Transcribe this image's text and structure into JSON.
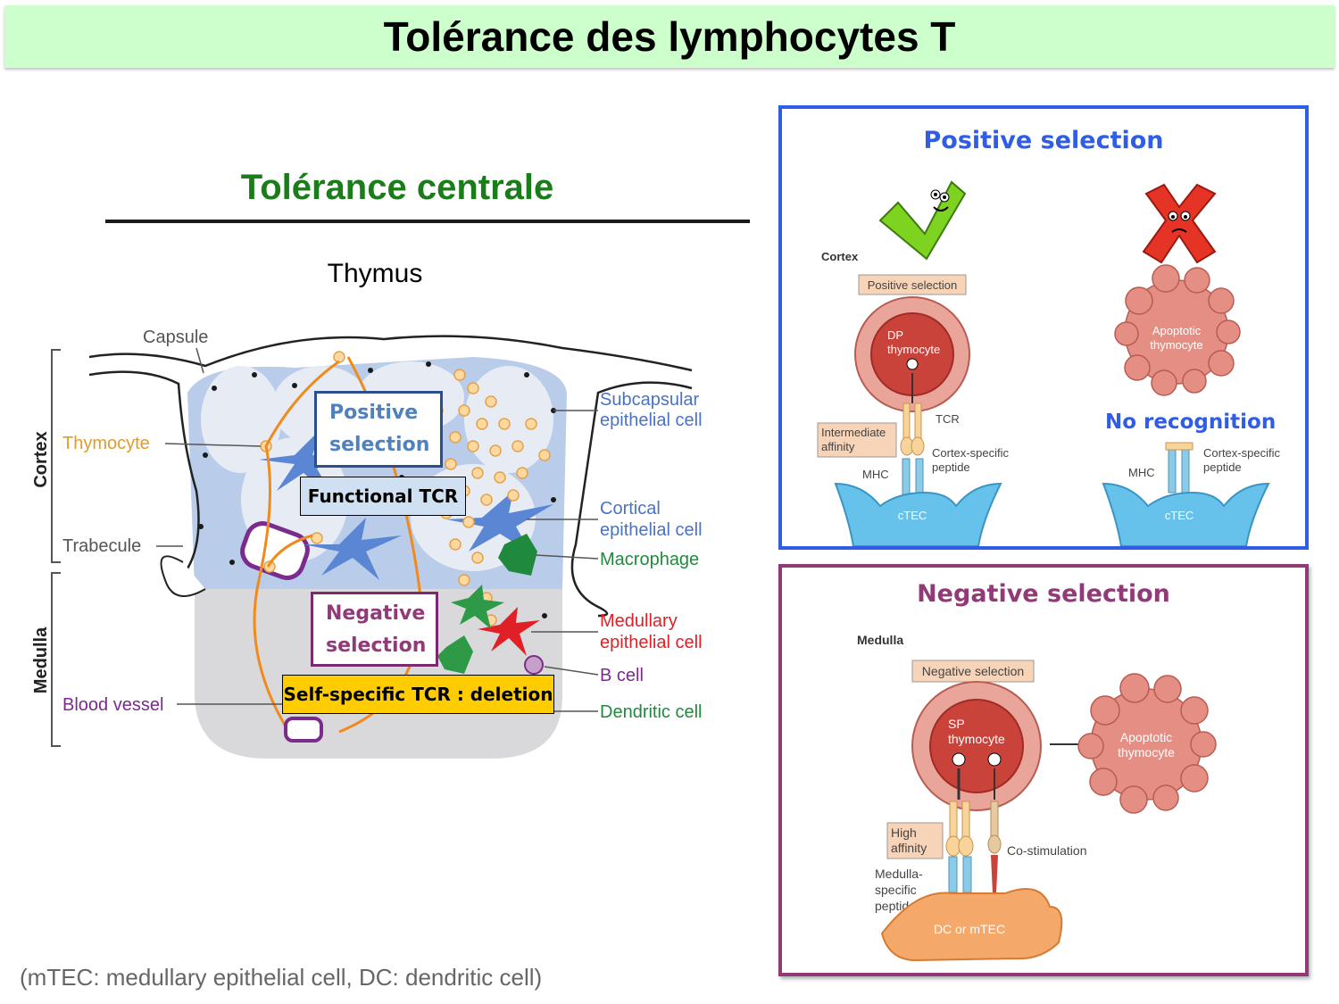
{
  "title": "Tolérance des lymphocytes T",
  "section_title": "Tolérance centrale",
  "thymus_label": "Thymus",
  "thymus_diagram": {
    "labels": {
      "capsule": "Capsule",
      "cortex": "Cortex",
      "medulla": "Medulla",
      "thymocyte": "Thymocyte",
      "trabecule": "Trabecule",
      "blood_vessel": "Blood vessel",
      "subcapsular_1": "Subcapsular",
      "subcapsular_2": "epithelial cell",
      "cortical_1": "Cortical",
      "cortical_2": "epithelial cell",
      "macrophage": "Macrophage",
      "medullary_1": "Medullary",
      "medullary_2": "epithelial cell",
      "b_cell": "B cell",
      "dendritic_cell": "Dendritic cell"
    },
    "callouts": {
      "positive_1": "Positive",
      "positive_2": "selection",
      "functional_tcr": "Functional TCR",
      "negative_1": "Negative",
      "negative_2": "selection",
      "self_specific": "Self-specific TCR : deletion"
    }
  },
  "footnote": "(mTEC: medullary epithelial cell, DC: dendritic cell)",
  "positive_panel": {
    "title": "Positive selection",
    "cortex": "Cortex",
    "tag": "Positive selection",
    "dp_1": "DP",
    "dp_2": "thymocyte",
    "tcr": "TCR",
    "intermediate_1": "Intermediate",
    "intermediate_2": "affinity",
    "cortex_peptide_1": "Cortex-specific",
    "cortex_peptide_2": "peptide",
    "mhc": "MHC",
    "ctec": "cTEC",
    "apoptotic_1": "Apoptotic",
    "apoptotic_2": "thymocyte",
    "no_recognition": "No recognition",
    "mhc_2": "MHC",
    "cortex_peptide_b_1": "Cortex-specific",
    "cortex_peptide_b_2": "peptide",
    "ctec_2": "cTEC"
  },
  "negative_panel": {
    "title": "Negative selection",
    "medulla": "Medulla",
    "tag": "Negative selection",
    "sp_1": "SP",
    "sp_2": "thymocyte",
    "apoptotic_1": "Apoptotic",
    "apoptotic_2": "thymocyte",
    "high_1": "High",
    "high_2": "affinity",
    "costim": "Co-stimulation",
    "medulla_peptide_1": "Medulla-",
    "medulla_peptide_2": "specific",
    "medulla_peptide_3": "peptide",
    "dc": "DC or mTEC"
  },
  "colors": {
    "title_bg": "#ccffcc",
    "section_green": "#1a7d1a",
    "positive_blue": "#2f5de6",
    "negative_purple": "#913a78",
    "tcr_box_bg": "#cfe0f3",
    "deletion_box_bg": "#ffcc00",
    "orange": "#f18a1d"
  }
}
